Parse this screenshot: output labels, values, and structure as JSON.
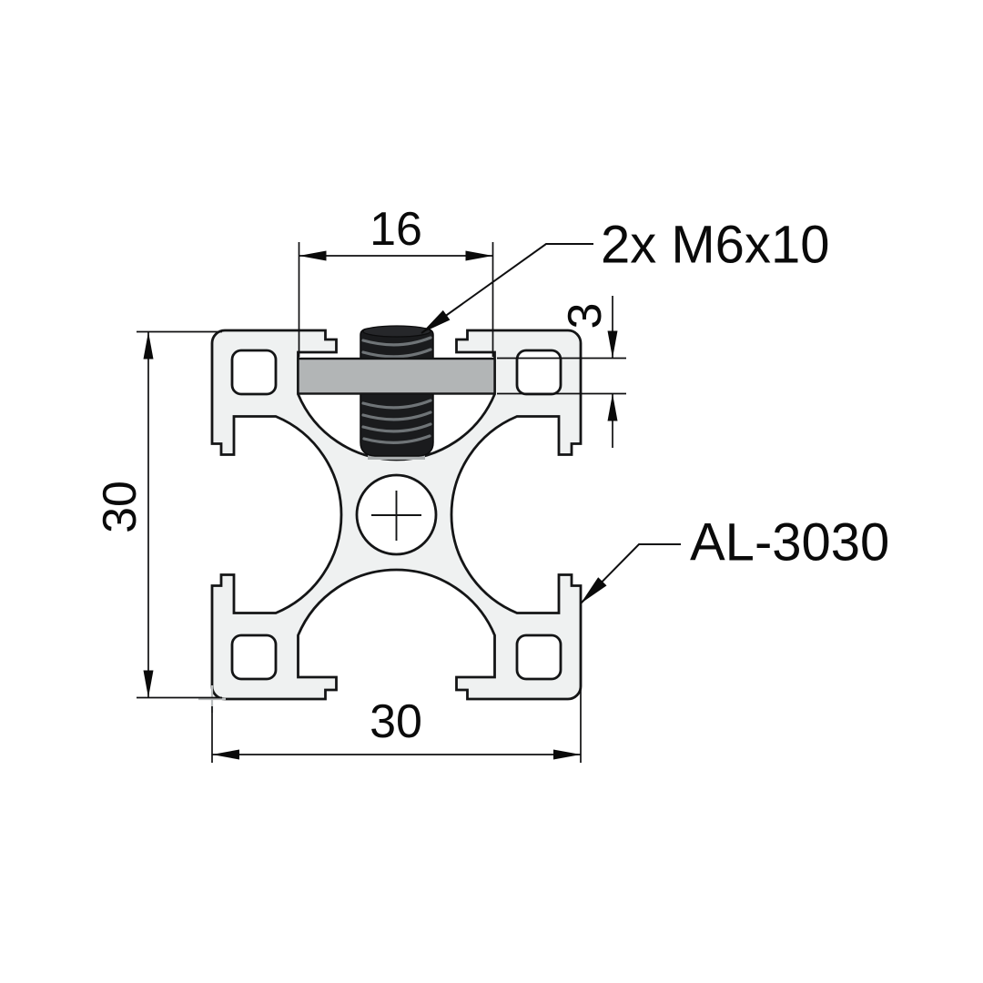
{
  "labels": {
    "screw": "2x M6x10",
    "profile": "AL-3030"
  },
  "dimensions": {
    "slot_inner_width": "16",
    "plate_thickness": "3",
    "profile_height": "30",
    "profile_width": "30"
  },
  "colors": {
    "background": "#ffffff",
    "material_fill": "#eff1f1",
    "outline": "#141516",
    "plate_fill": "#b2b5b6",
    "screw_fill": "#1a1b1d",
    "thread_highlight": "#6f7477",
    "corner_marker": "#b9bcbd"
  }
}
